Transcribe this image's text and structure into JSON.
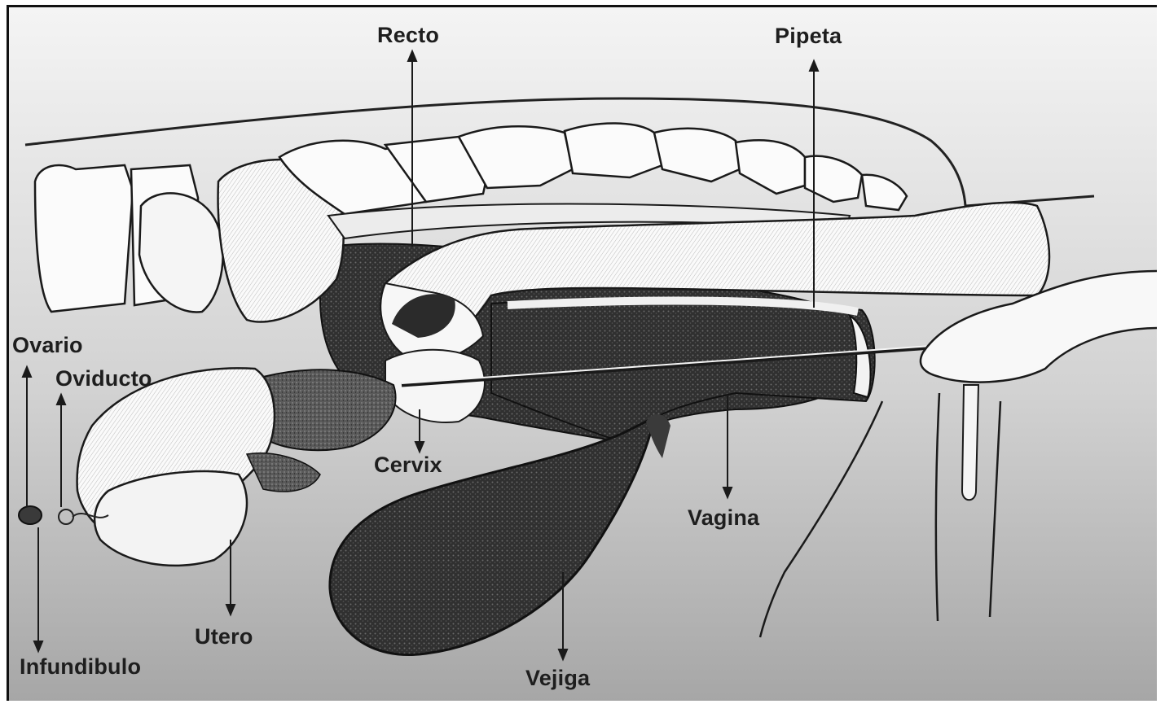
{
  "labels": {
    "recto": "Recto",
    "pipeta": "Pipeta",
    "ovario": "Ovario",
    "oviducto": "Oviducto",
    "cervix": "Cervix",
    "vagina": "Vagina",
    "utero": "Utero",
    "infundibulo": "Infundibulo",
    "vejiga": "Vejiga"
  },
  "colors": {
    "background_top": "#f2f2f2",
    "background_bottom": "#a8a8a8",
    "ink": "#1e1e1e",
    "tissue_dark": "#2e2e2e"
  }
}
